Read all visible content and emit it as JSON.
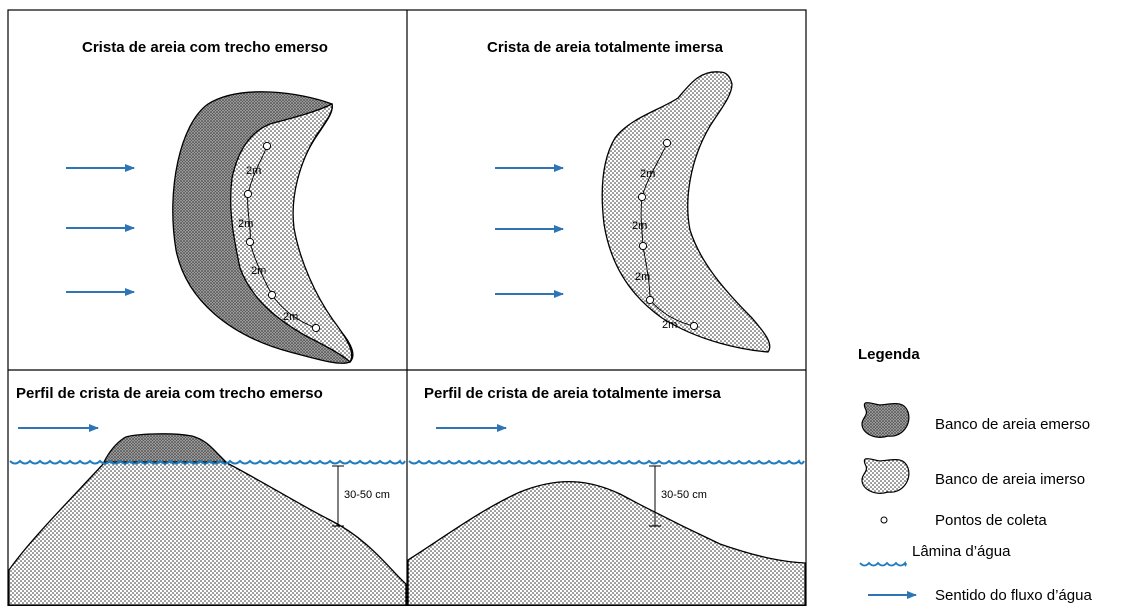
{
  "panels": {
    "top_left_title": "Crista de areia com trecho emerso",
    "top_right_title": "Crista de areia totalmente imersa",
    "bottom_left_title": "Perfil de crista de areia com trecho emerso",
    "bottom_right_title": "Perfil de crista de areia totalmente imersa"
  },
  "distance_label": "2m",
  "depth_label": "30-50 cm",
  "legend": {
    "title": "Legenda",
    "items": [
      {
        "label": "Banco de areia emerso",
        "icon": "emerged-sandbank-icon"
      },
      {
        "label": "Banco de areia imerso",
        "icon": "immersed-sandbank-icon"
      },
      {
        "label": "Pontos de coleta",
        "icon": "sampling-point-icon"
      },
      {
        "label": "Lâmina d’água",
        "icon": "water-surface-icon"
      },
      {
        "label": "Sentido do fluxo d’água",
        "icon": "flow-arrow-icon"
      }
    ]
  },
  "colors": {
    "arrow": "#2E75B6",
    "water": "#1F7CC0",
    "outline": "#000000",
    "emerged_fill": "#8a8a8a",
    "dots": "#000000"
  }
}
